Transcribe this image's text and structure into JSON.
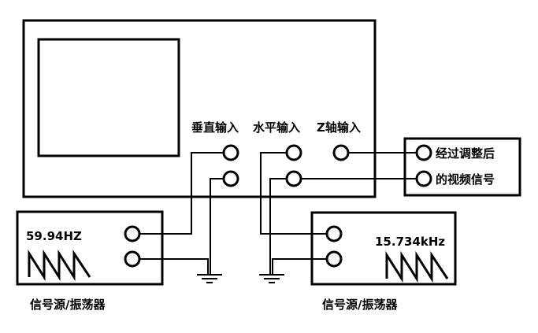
{
  "oscilloscope": {
    "vertical_input_label": "垂直输入",
    "horizontal_input_label": "水平输入",
    "z_axis_input_label": "Z轴输入"
  },
  "left_generator": {
    "frequency_label": "59.94HZ",
    "caption": "信号源/振荡器"
  },
  "right_generator": {
    "frequency_label": "15.734kHz",
    "caption": "信号源/振荡器"
  },
  "video_source": {
    "line1": "经过调整后",
    "line2": "的视频信号"
  }
}
